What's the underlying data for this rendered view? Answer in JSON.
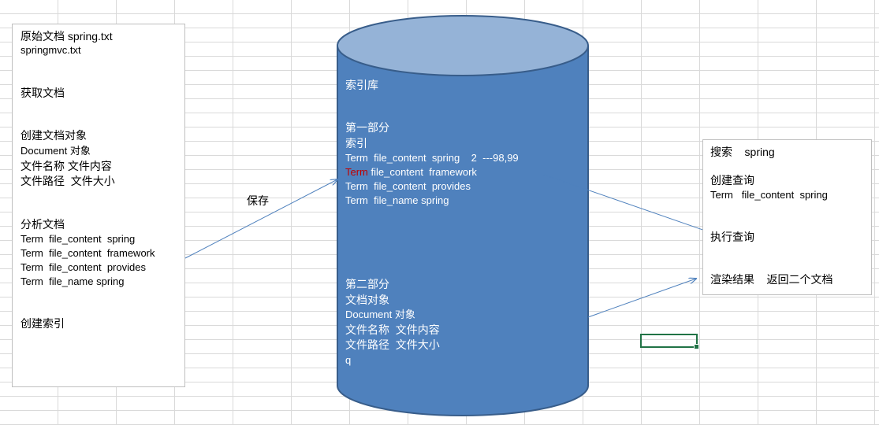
{
  "left_box": {
    "lines": [
      "原始文档 spring.txt",
      "springmvc.txt",
      "获取文档",
      "创建文档对象",
      "Document 对象",
      "文件名称 文件内容",
      "文件路径  文件大小",
      "分析文档",
      "Term  file_content  spring",
      "Term  file_content  framework",
      "Term  file_content  provides",
      "Term  file_name spring",
      "创建索引"
    ]
  },
  "save_label": "保存",
  "cylinder": {
    "title": "索引库",
    "part1_title": "第一部分",
    "part1_sub": "索引",
    "term1": "Term  file_content  spring    2  ---98,99",
    "term2_prefix": "Term",
    "term2_rest": " file_content  framework",
    "term3": "Term  file_content  provides",
    "term4": "Term  file_name spring",
    "part2_title": "第二部分",
    "part2_sub": "文档对象",
    "doc1": "Document 对象",
    "doc2": "文件名称  文件内容",
    "doc3": "文件路径  文件大小",
    "doc4": "q"
  },
  "right_box": {
    "search": "搜索    spring",
    "create_query": "创建查询",
    "query_term": "Term   file_content  spring",
    "exec_query": "执行查询",
    "render": "渲染结果    返回二个文档"
  },
  "colors": {
    "cylinder_body": "#4f81bd",
    "cylinder_top": "#95b3d7",
    "cylinder_stroke": "#385d8a",
    "connector": "#4f81bd",
    "highlight_red": "#c00000",
    "selection": "#217346"
  }
}
